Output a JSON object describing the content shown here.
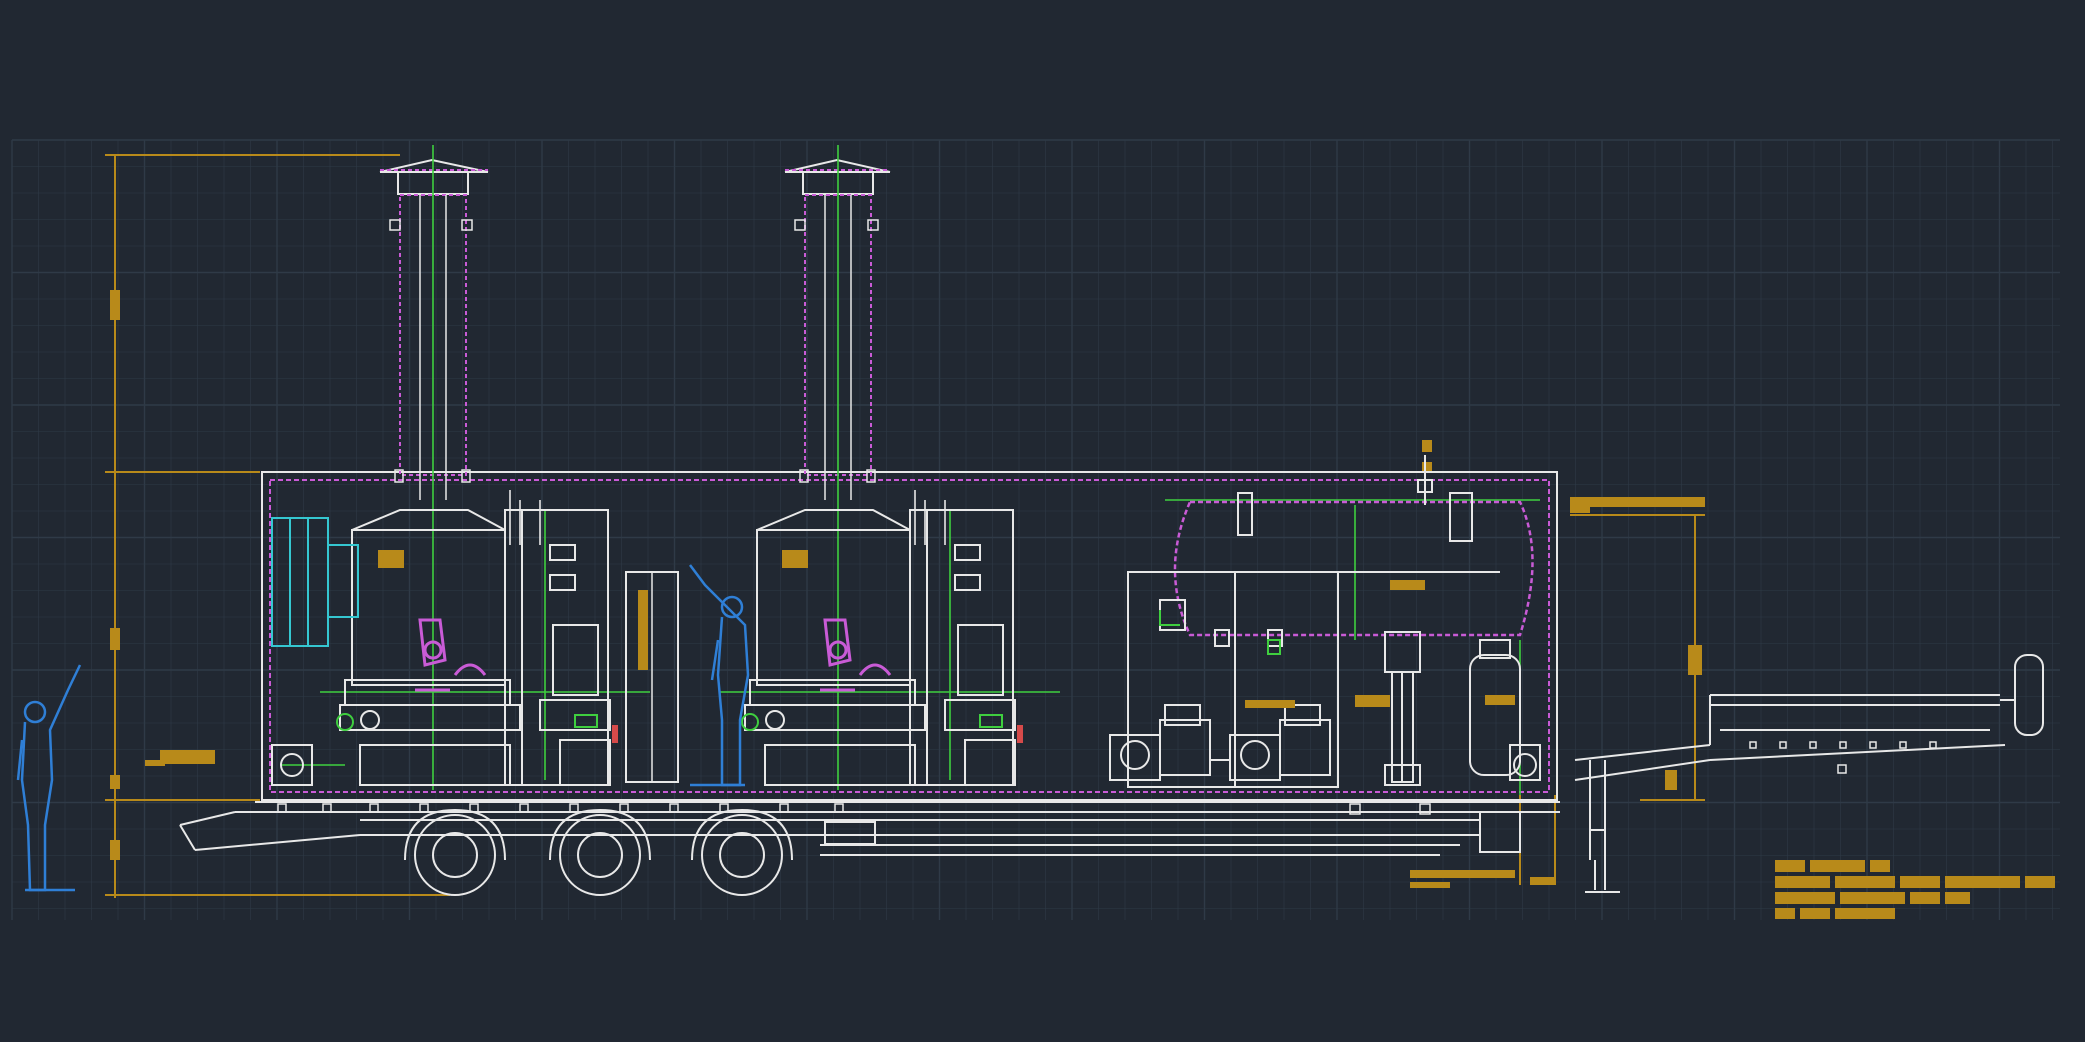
{
  "drawing": {
    "background_color": "#212832",
    "grid_color": "#2f3a47",
    "colors": {
      "outline": "#e8e8e8",
      "boundary": "#c95bd6",
      "centerline": "#3fcf3f",
      "dimension": "#b88a1a",
      "figure": "#2f7fd6",
      "fan": "#35c7d1",
      "label_block": "#b88a1a",
      "accent_red": "#d64a4a"
    },
    "icons": [
      "person-figure-icon",
      "wheel-icon",
      "chimney-icon",
      "tank-icon",
      "pump-icon"
    ],
    "components": {
      "boilers": 2,
      "chimneys": 2,
      "axles": 3,
      "pumps": 3,
      "human_figures": 2
    }
  }
}
